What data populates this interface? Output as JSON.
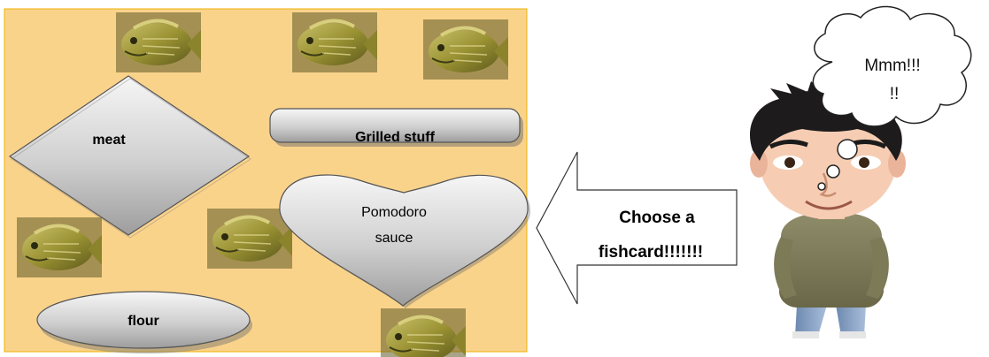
{
  "board": {
    "background_color": "#fad38b",
    "border_color": "#f0b000",
    "cards": {
      "meat": "meat",
      "grilled": "Grilled stuff",
      "pomodoro_line1": "Pomodoro",
      "pomodoro_line2": "sauce",
      "flour": "flour"
    },
    "card_icon": "fish-icon"
  },
  "arrow": {
    "line1": "Choose a",
    "line2": "fishcard!!!!!!!"
  },
  "character": {
    "thought_line1": "Mmm!!!",
    "thought_line2": "!!",
    "icon": "cartoon-boy"
  }
}
